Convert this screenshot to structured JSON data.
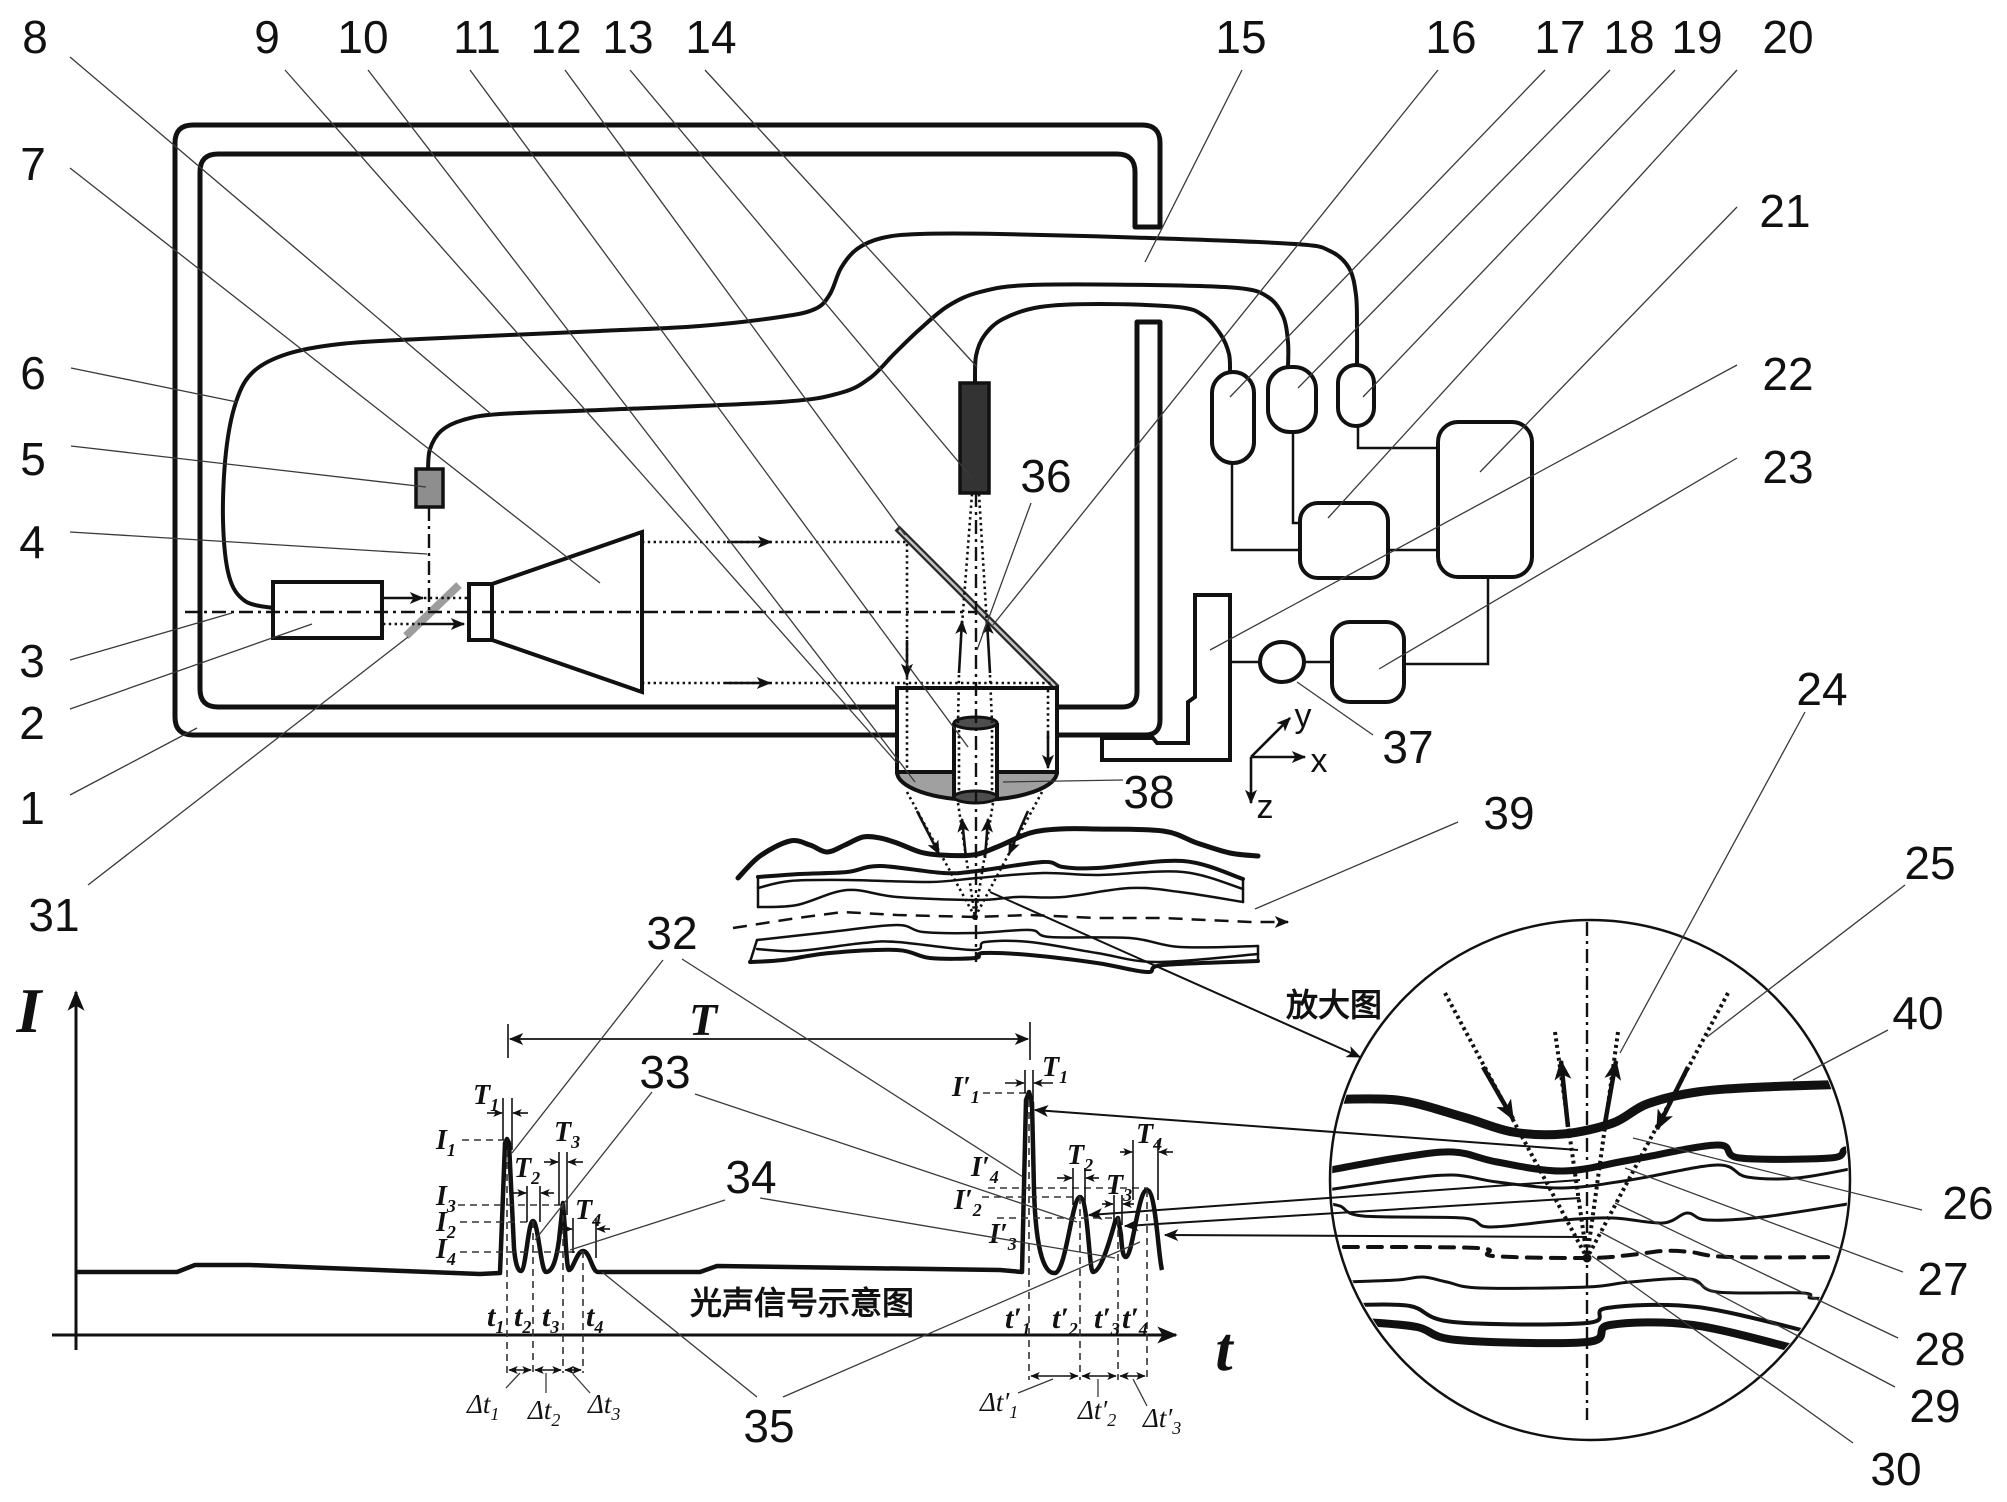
{
  "callouts": [
    "1",
    "2",
    "3",
    "4",
    "5",
    "6",
    "7",
    "8",
    "9",
    "10",
    "11",
    "12",
    "13",
    "14",
    "15",
    "16",
    "17",
    "18",
    "19",
    "20",
    "21",
    "22",
    "23",
    "24",
    "25",
    "26",
    "27",
    "28",
    "29",
    "30",
    "31",
    "32",
    "33",
    "34",
    "35",
    "36",
    "37",
    "38",
    "39",
    "40"
  ],
  "captions": {
    "magnified_view": "放大图",
    "signal_schematic": "光声信号示意图"
  },
  "coordinate_axes": {
    "x": "x",
    "y": "y",
    "z": "z"
  },
  "signal_plot": {
    "y_axis_label": "I",
    "x_axis_label": "t",
    "period_label": "T",
    "pulse_group_1": {
      "intensity_levels": [
        {
          "base": "I",
          "sub": "1"
        },
        {
          "base": "I",
          "sub": "3"
        },
        {
          "base": "I",
          "sub": "2"
        },
        {
          "base": "I",
          "sub": "4"
        }
      ],
      "peak_widths": [
        {
          "base": "T",
          "sub": "1"
        },
        {
          "base": "T",
          "sub": "2"
        },
        {
          "base": "T",
          "sub": "3"
        },
        {
          "base": "T",
          "sub": "4"
        }
      ],
      "peak_times": [
        {
          "base": "t",
          "sub": "1"
        },
        {
          "base": "t",
          "sub": "2"
        },
        {
          "base": "t",
          "sub": "3"
        },
        {
          "base": "t",
          "sub": "4"
        }
      ],
      "intervals": [
        {
          "base": "Δt",
          "sub": "1"
        },
        {
          "base": "Δt",
          "sub": "2"
        },
        {
          "base": "Δt",
          "sub": "3"
        }
      ]
    },
    "pulse_group_2": {
      "intensity_levels": [
        {
          "base": "I′",
          "sub": "1"
        },
        {
          "base": "I′",
          "sub": "4"
        },
        {
          "base": "I′",
          "sub": "2"
        },
        {
          "base": "I′",
          "sub": "3"
        }
      ],
      "peak_widths": [
        {
          "base": "T",
          "sub": "1"
        },
        {
          "base": "T",
          "sub": "2"
        },
        {
          "base": "T",
          "sub": "3"
        },
        {
          "base": "T",
          "sub": "4"
        }
      ],
      "peak_times": [
        {
          "base": "t′",
          "sub": "1"
        },
        {
          "base": "t′",
          "sub": "2"
        },
        {
          "base": "t′",
          "sub": "3"
        },
        {
          "base": "t′",
          "sub": "4"
        }
      ],
      "intervals": [
        {
          "base": "Δt′",
          "sub": "1"
        },
        {
          "base": "Δt′",
          "sub": "2"
        },
        {
          "base": "Δt′",
          "sub": "3"
        }
      ]
    }
  }
}
